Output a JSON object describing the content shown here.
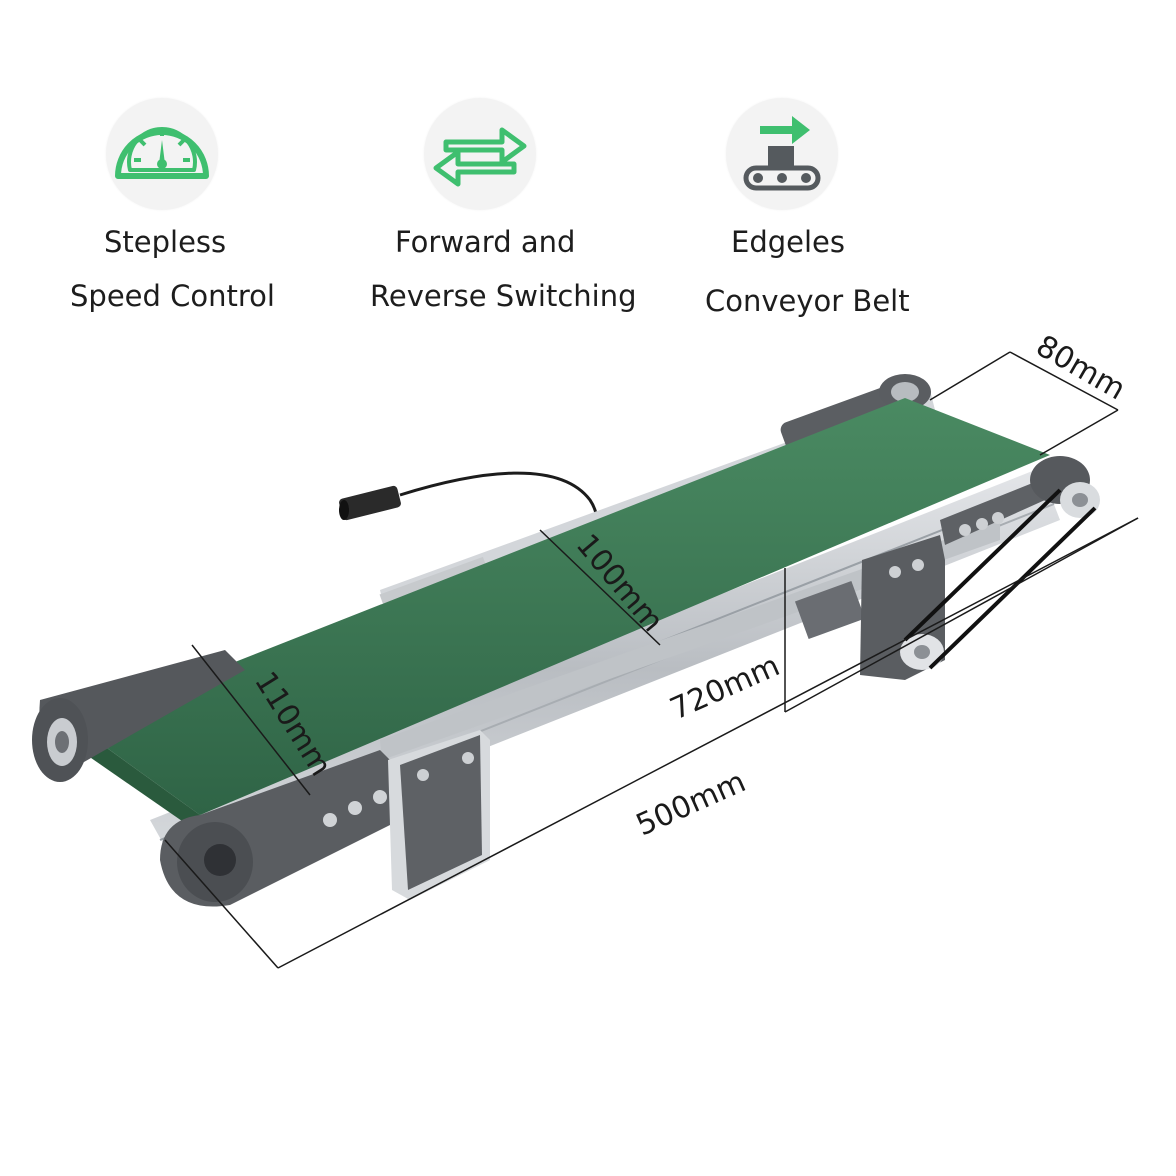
{
  "features": [
    {
      "icon": "speedometer-icon",
      "line1": "Stepless",
      "line2": "Speed Control"
    },
    {
      "icon": "swap-arrows-icon",
      "line1": "Forward and",
      "line2": "Reverse Switching"
    },
    {
      "icon": "conveyor-icon",
      "line1": "Edgeles",
      "line2": "Conveyor Belt"
    }
  ],
  "dimensions": {
    "width": "80mm",
    "belt_width": "100mm",
    "frame_width": "110mm",
    "total_length": "720mm",
    "belt_length": "500mm"
  },
  "colors": {
    "accent_green": "#3fbf6f",
    "belt_green": "#3e7a55",
    "frame_gray": "#54565a",
    "aluminum": "#c9ccd0"
  }
}
